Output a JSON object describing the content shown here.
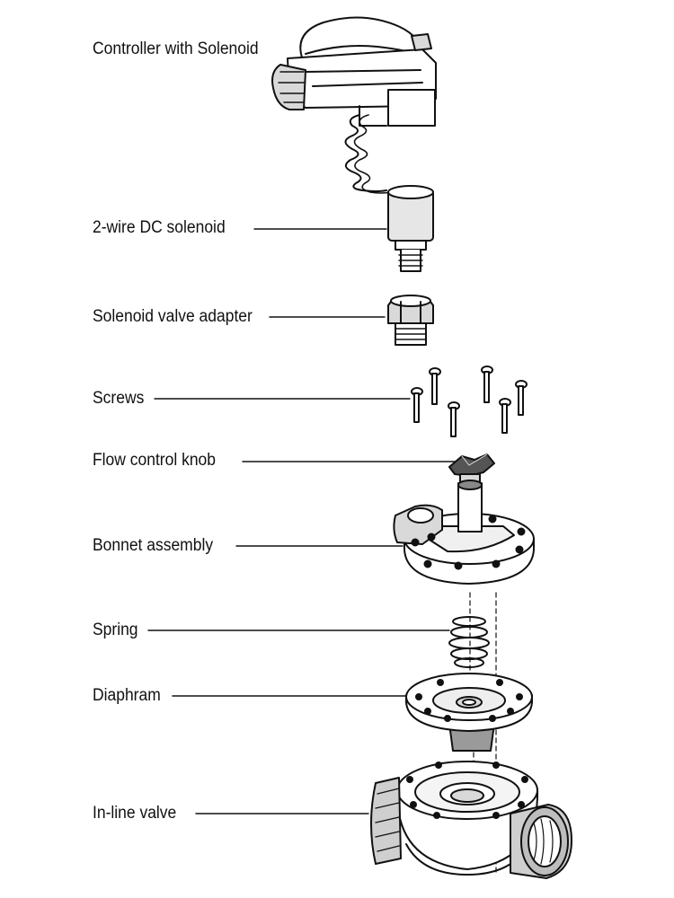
{
  "diagram": {
    "type": "exploded-parts-view",
    "parts": [
      {
        "id": "controller",
        "label": "Controller with Solenoid",
        "icon": "controller-with-solenoid-drawing"
      },
      {
        "id": "dc-solenoid",
        "label": "2-wire DC solenoid",
        "icon": "dc-solenoid-drawing"
      },
      {
        "id": "adapter",
        "label": "Solenoid valve adapter",
        "icon": "solenoid-valve-adapter-drawing"
      },
      {
        "id": "screws",
        "label": "Screws",
        "icon": "screws-drawing"
      },
      {
        "id": "flow-knob",
        "label": "Flow control knob",
        "icon": "flow-control-knob-drawing"
      },
      {
        "id": "bonnet",
        "label": "Bonnet assembly",
        "icon": "bonnet-assembly-drawing"
      },
      {
        "id": "spring",
        "label": "Spring",
        "icon": "spring-drawing"
      },
      {
        "id": "diaphragm",
        "label": "Diaphram",
        "icon": "diaphragm-drawing"
      },
      {
        "id": "valve",
        "label": "In-line valve",
        "icon": "in-line-valve-drawing"
      }
    ],
    "line_color": "#111111",
    "fill_color": "#ffffff",
    "shade_color": "#d9d9d9"
  }
}
